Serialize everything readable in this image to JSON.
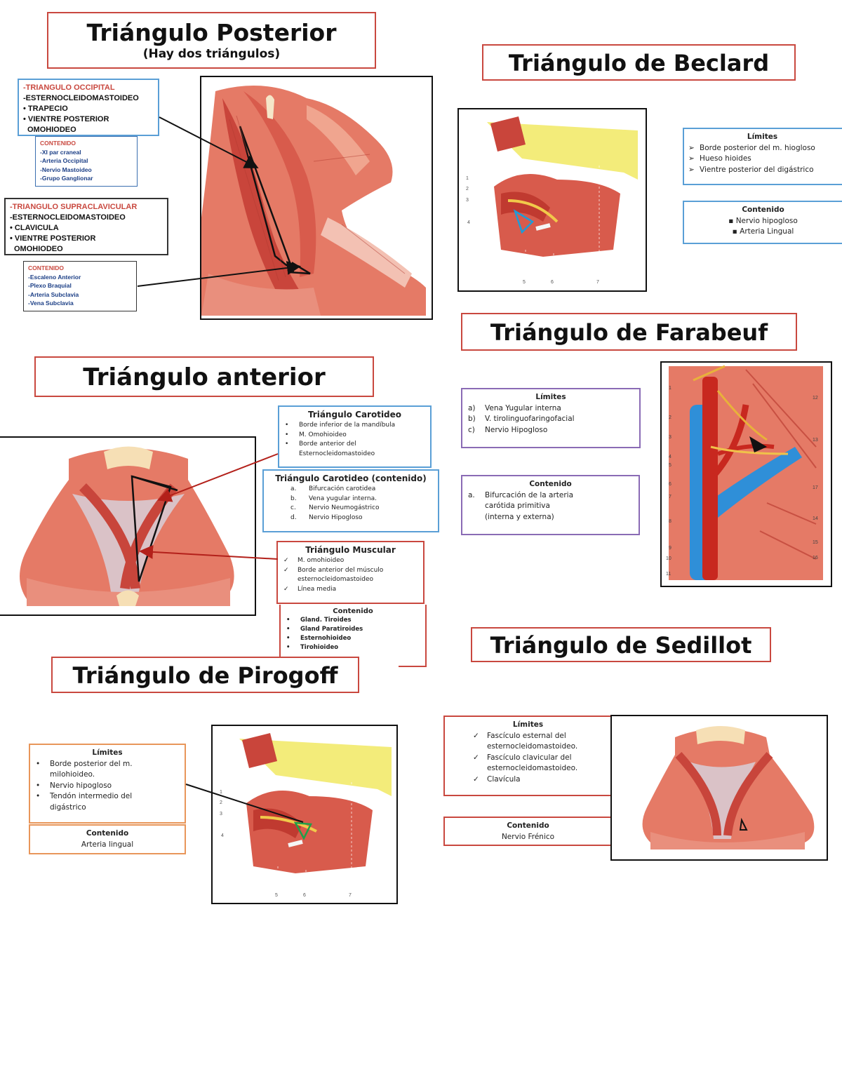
{
  "posterior": {
    "title": "Triángulo Posterior",
    "subtitle": "(Hay dos triángulos)",
    "occipital": {
      "heading": "-TRIANGULO OCCIPITAL",
      "items": [
        "-ESTERNOCLEIDOMASTOIDEO",
        "• TRAPECIO",
        "• VIENTRE POSTERIOR",
        "OMOHIODEO"
      ],
      "content_heading": "CONTENIDO",
      "content": [
        "-XI par craneal",
        "-Arteria Occipital",
        "-Nervio Mastoideo",
        "-Grupo Ganglionar"
      ]
    },
    "supraclavicular": {
      "heading": "-TRIANGULO SUPRACLAVICULAR",
      "items": [
        "-ESTERNOCLEIDOMASTOIDEO",
        "• CLAVICULA",
        "• VIENTRE POSTERIOR",
        "OMOHIODEO"
      ],
      "content_heading": "CONTENIDO",
      "content": [
        "-Escaleno Anterior",
        "-Plexo Braquial",
        "-Arteria Subclavia",
        "-Vena Subclavia"
      ]
    }
  },
  "beclard": {
    "title": "Triángulo de Beclard",
    "limits_heading": "Límites",
    "limits": [
      "Borde posterior del m. hiogloso",
      "Hueso hioides",
      "Vientre posterior del digástrico"
    ],
    "content_heading": "Contenido",
    "content": [
      "Nervio hipogloso",
      "Arteria Lingual"
    ],
    "figure_numbers": [
      "1",
      "2",
      "3",
      "4",
      "5",
      "6",
      "7"
    ]
  },
  "anterior": {
    "title": "Triángulo anterior",
    "carotideo": {
      "heading": "Triángulo Carotideo",
      "items": [
        "Borde inferior de la mandíbula",
        "M. Omohioideo",
        "Borde anterior del",
        "Esternocleidomastoideo"
      ]
    },
    "carotideo_contenido": {
      "heading": "Triángulo Carotideo (contenido)",
      "markers": [
        "a.",
        "b.",
        "c.",
        "d."
      ],
      "items": [
        "Bifurcación carotidea",
        "Vena yugular interna.",
        "Nervio Neumogástrico",
        "Nervio Hipogloso"
      ]
    },
    "muscular": {
      "heading": "Triángulo Muscular",
      "items": [
        "M. omohioideo",
        "Borde anterior del músculo",
        "esternocleidomastoideo",
        "Línea media"
      ]
    },
    "muscular_contenido": {
      "heading": "Contenido",
      "items": [
        "Gland. Tiroides",
        "Gland Paratiroides",
        "Esternohioideo",
        "Tirohioideo"
      ]
    }
  },
  "farabeuf": {
    "title": "Triángulo de Farabeuf",
    "limits_heading": "Límites",
    "markers": [
      "a)",
      "b)",
      "c)"
    ],
    "limits": [
      "Vena Yugular interna",
      "V. tirolinguofaringofacial",
      "Nervio Hipogloso"
    ],
    "content_heading": "Contenido",
    "content_marker": "a.",
    "content": [
      "Bifurcación de la arteria",
      "carótida primitiva",
      "(interna y externa)"
    ],
    "figure_left_numbers": [
      "1",
      "2",
      "3",
      "4",
      "5",
      "6",
      "7",
      "8",
      "9",
      "10",
      "11"
    ],
    "figure_right_numbers": [
      "12",
      "13",
      "17",
      "14",
      "15",
      "16"
    ]
  },
  "pirogoff": {
    "title": "Triángulo de Pirogoff",
    "limits_heading": "Límites",
    "limits": [
      "Borde posterior del m.",
      "milohioideo.",
      "Nervio hipogloso",
      "Tendón intermedio del",
      "digástrico"
    ],
    "content_heading": "Contenido",
    "content": [
      "Arteria lingual"
    ],
    "figure_numbers": [
      "1",
      "2",
      "3",
      "4",
      "5",
      "6",
      "7"
    ]
  },
  "sedillot": {
    "title": "Triángulo de Sedillot",
    "limits_heading": "Límites",
    "limits": [
      "Fascículo esternal del",
      "esternocleidomastoideo.",
      "Fascículo clavicular del",
      "esternocleidomastoideo.",
      "Clavícula"
    ],
    "content_heading": "Contenido",
    "content": [
      "Nervio Frénico"
    ]
  },
  "colors": {
    "title_border": "#c9483f",
    "red_heading": "#c9483f",
    "blue_box": "#5a9fd6",
    "purple_box": "#8a6bb5",
    "orange_box": "#e8965a",
    "muscle": "#d9574a",
    "bone": "#f3ec7a",
    "vein": "#2f8fd8",
    "nerve": "#e8b23a"
  }
}
